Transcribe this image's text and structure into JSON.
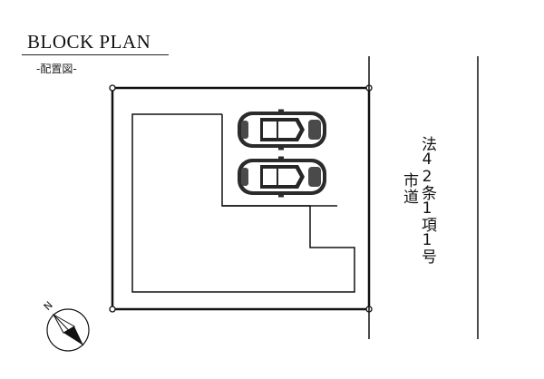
{
  "header": {
    "title": "BLOCK PLAN",
    "subtitle": "-配置図-"
  },
  "road": {
    "legal_class": "法42条1項1号",
    "name": "市道"
  },
  "compass": {
    "north_label": "N"
  },
  "parking": {
    "vehicle_count": 2
  },
  "colors": {
    "line": "#111111",
    "background": "#ffffff"
  }
}
